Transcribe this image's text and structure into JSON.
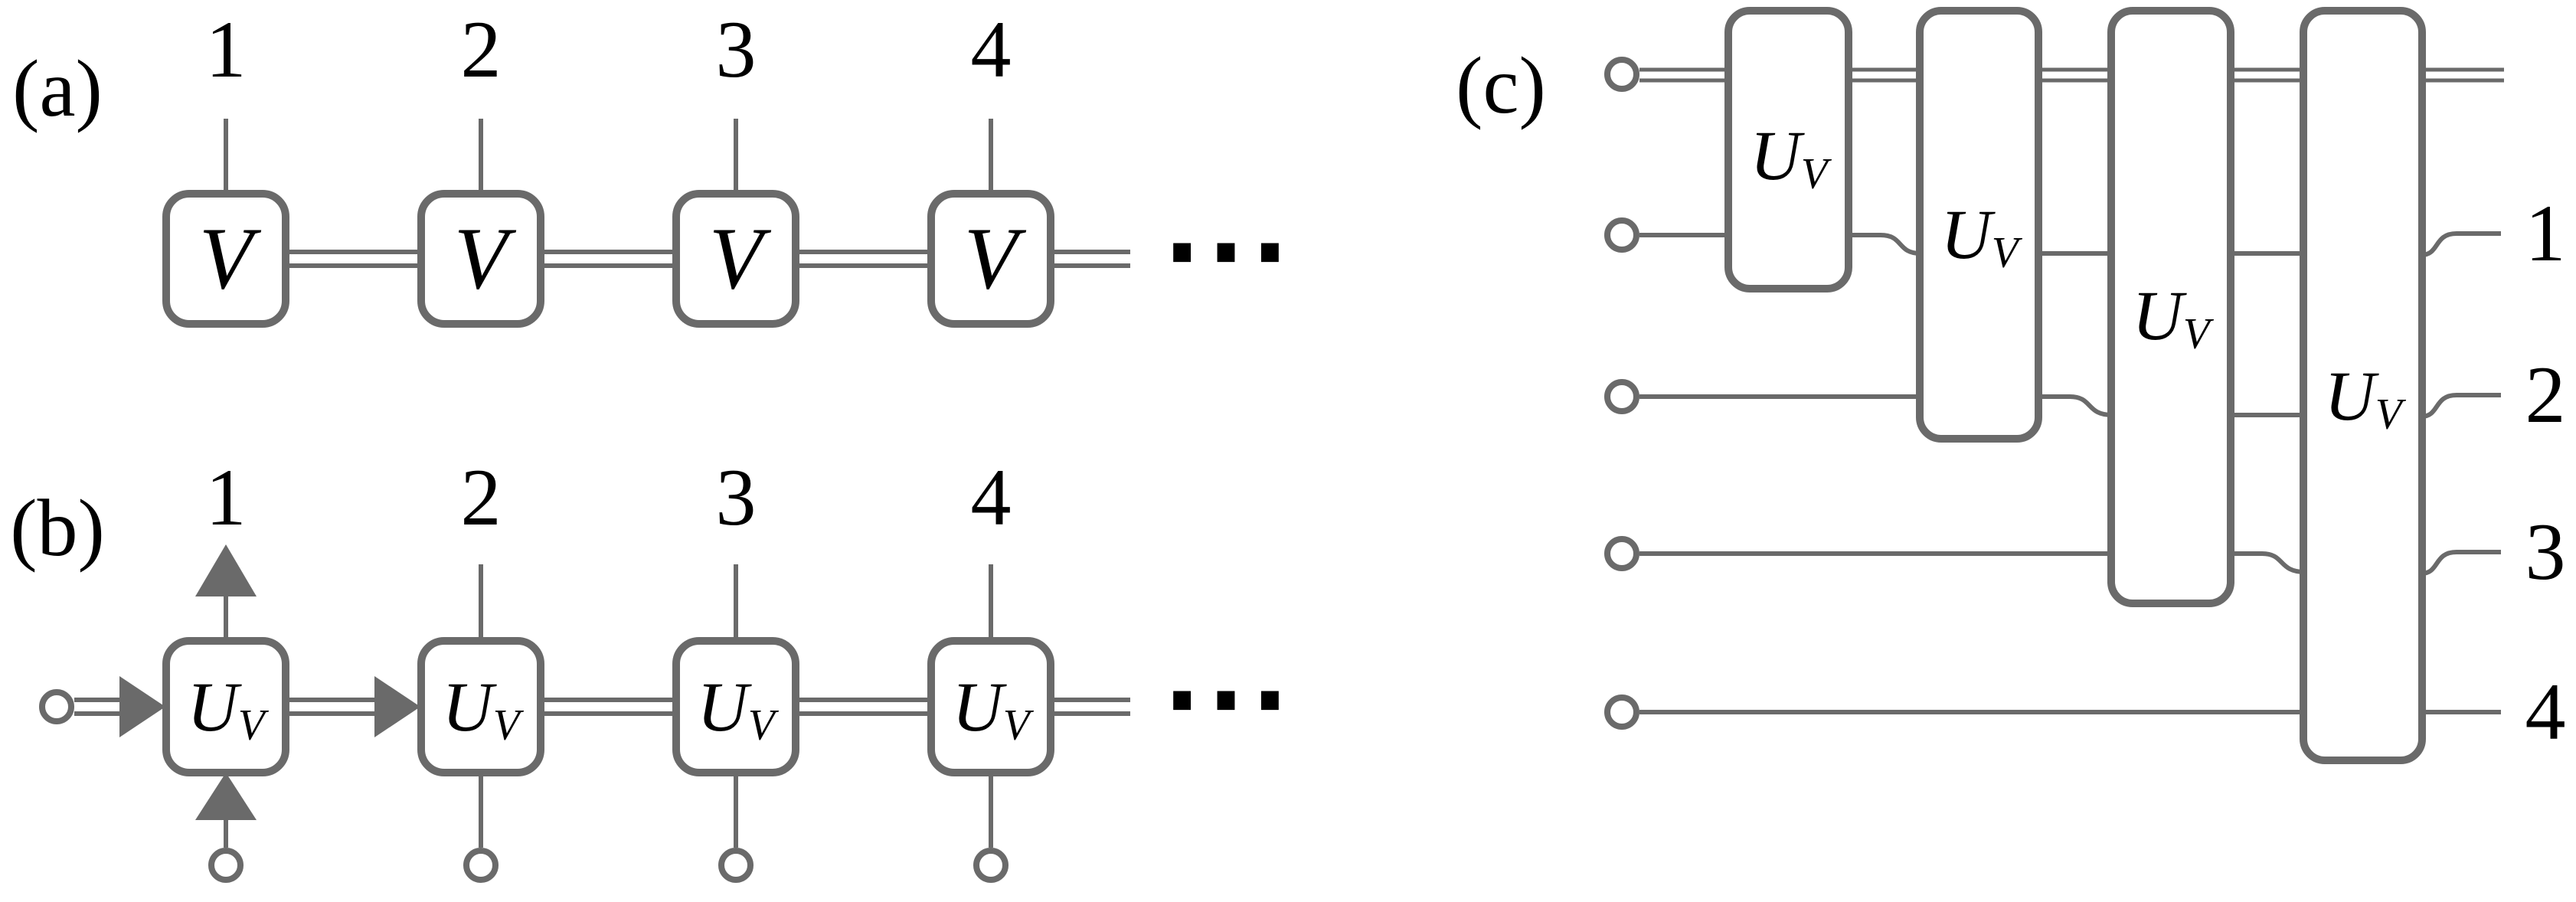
{
  "panel_a": {
    "label": "(a)",
    "sites": [
      "1",
      "2",
      "3",
      "4"
    ],
    "tensor_label": "V",
    "ellipsis": "···"
  },
  "panel_b": {
    "label": "(b)",
    "sites": [
      "1",
      "2",
      "3",
      "4"
    ],
    "gate_main": "U",
    "gate_sub": "V",
    "ellipsis": "···"
  },
  "panel_c": {
    "label": "(c)",
    "gate_main": "U",
    "gate_sub": "V",
    "outputs": [
      "1",
      "2",
      "3",
      "4"
    ]
  },
  "colors": {
    "stroke": "#6a6a6a",
    "text": "#000000",
    "background": "#ffffff"
  }
}
